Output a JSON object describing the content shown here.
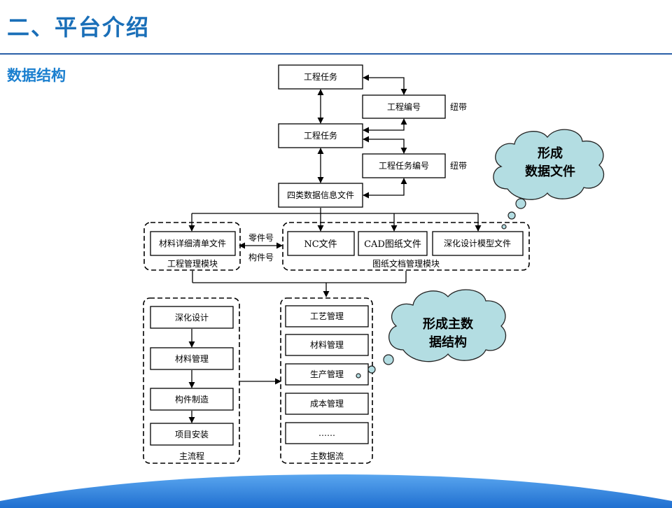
{
  "page": {
    "title": "二、平台介绍",
    "subtitle": "数据结构"
  },
  "top_chain": {
    "task1": "工程任务",
    "number1": "工程编号",
    "belt1": "纽带",
    "task2": "工程任务",
    "number2": "工程任务编号",
    "belt2": "纽带",
    "info": "四类数据信息文件"
  },
  "modules": {
    "materials_list": "材料详细清单文件",
    "eng_module_label": "工程管理模块",
    "part_no": "零件号",
    "comp_no": "构件号",
    "nc_file": "NC文件",
    "cad_file": "CAD图纸文件",
    "model_file": "深化设计模型文件",
    "drawing_module_label": "图纸文档管理模块"
  },
  "main_flow": {
    "label": "主流程",
    "steps": [
      "深化设计",
      "材料管理",
      "构件制造",
      "项目安装"
    ]
  },
  "main_data_flow": {
    "label": "主数据流",
    "items": [
      "工艺管理",
      "材料管理",
      "生产管理",
      "成本管理",
      "……"
    ]
  },
  "clouds": {
    "cloud1_line1": "形成",
    "cloud1_line2": "数据文件",
    "cloud2_line1": "形成主数",
    "cloud2_line2": "据结构"
  },
  "colors": {
    "title": "#1a6fb8",
    "header_rule": "#2a5fa8",
    "cloud_fill": "#b3dde2",
    "footer_wave": "#2f80d8"
  }
}
